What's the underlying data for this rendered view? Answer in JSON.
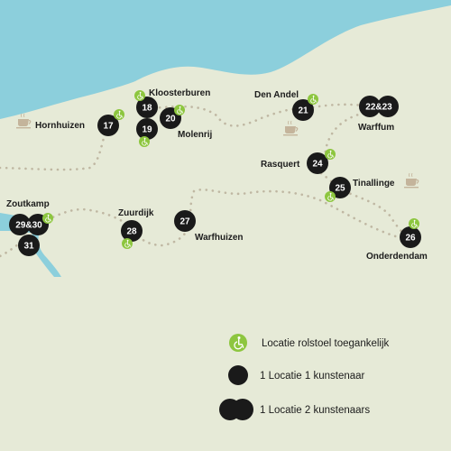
{
  "colors": {
    "land": "#e6ead7",
    "water": "#8ccfdc",
    "marker": "#1a1a1a",
    "marker_text": "#ffffff",
    "wheelchair": "#8dc63f",
    "route_dot": "#bfb7a2",
    "cafe": "#c4b49b"
  },
  "locations": {
    "l17": "17",
    "l18": "18",
    "l19": "19",
    "l20": "20",
    "l21": "21",
    "l22_23": "22&23",
    "l24": "24",
    "l25": "25",
    "l26": "26",
    "l27": "27",
    "l28": "28",
    "l29_30": "29&30",
    "l31": "31"
  },
  "towns": {
    "hornhuizen": "Hornhuizen",
    "kloosterburen": "Kloosterburen",
    "molenrij": "Molenrij",
    "den_andel": "Den Andel",
    "warffum": "Warffum",
    "rasquert": "Rasquert",
    "tinallinge": "Tinallinge",
    "onderdendam": "Onderdendam",
    "zoutkamp": "Zoutkamp",
    "zuurdijk": "Zuurdijk",
    "warfhuizen": "Warfhuizen"
  },
  "legend": {
    "wheelchair_label": "Locatie rolstoel toegankelijk",
    "single_label": "1 Locatie 1 kunstenaar",
    "double_label": "1 Locatie 2 kunstenaars",
    "wheelchair_icon": "wheelchair-icon"
  }
}
